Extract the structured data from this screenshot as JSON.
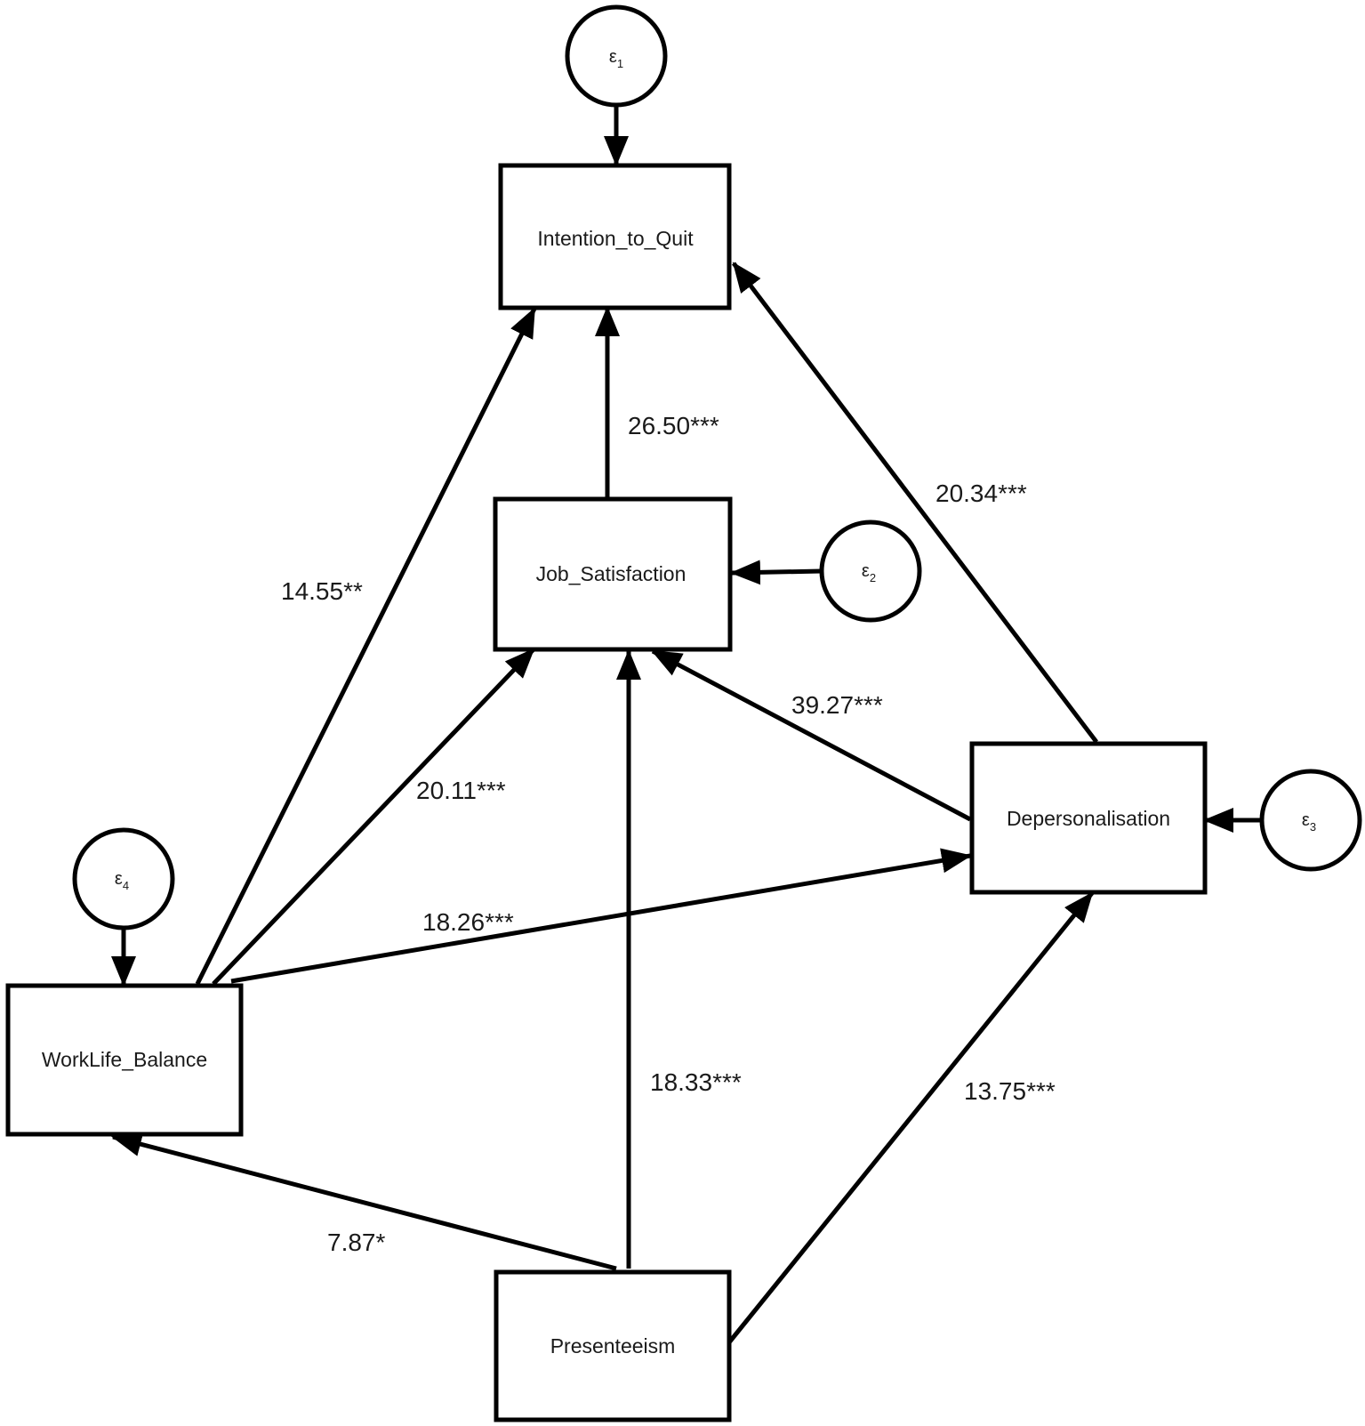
{
  "nodes": {
    "intention": {
      "label": "Intention_to_Quit"
    },
    "job": {
      "label": "Job_Satisfaction"
    },
    "depers": {
      "label": "Depersonalisation"
    },
    "worklife": {
      "label": "WorkLife_Balance"
    },
    "present": {
      "label": "Presenteeism"
    }
  },
  "errors": {
    "e1": {
      "symbol": "ε",
      "sub": "1"
    },
    "e2": {
      "symbol": "ε",
      "sub": "2"
    },
    "e3": {
      "symbol": "ε",
      "sub": "3"
    },
    "e4": {
      "symbol": "ε",
      "sub": "4"
    }
  },
  "paths": {
    "job_to_intention": "26.50***",
    "depers_to_intention": "20.34***",
    "worklife_to_intention": "14.55**",
    "depers_to_job": "39.27***",
    "worklife_to_job": "20.11***",
    "worklife_to_depers": "18.26***",
    "present_to_job": "18.33***",
    "present_to_depers": "13.75***",
    "present_to_worklife": "7.87*"
  }
}
